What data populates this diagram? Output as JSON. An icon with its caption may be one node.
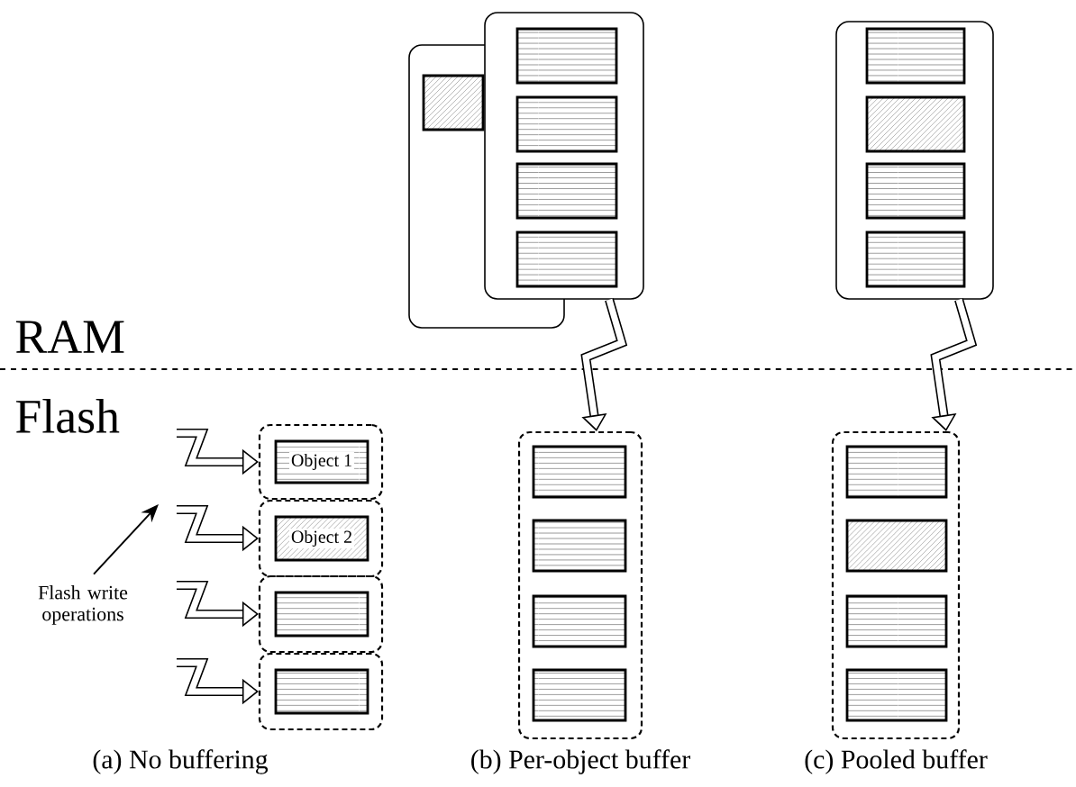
{
  "diagram": {
    "nodes": [
      {
        "text": [],
        "shape": "box"
      },
      {
        "text": [
          "Object 1"
        ],
        "in": 0
      },
      {
        "text": [],
        "shape": "box"
      },
      {
        "text": [
          "Object 2"
        ],
        "in": 2
      },
      {
        "text": [],
        "shape": "box"
      },
      {
        "text": [],
        "shape": "box",
        "in": 4
      },
      {
        "text": [],
        "shape": "box"
      },
      {
        "text": [],
        "shape": "box",
        "in": 6
      },
      {
        "text": [
          "Flash write operations"
        ]
      },
      {
        "text": [],
        "shape": "box"
      },
      {
        "text": [],
        "shape": "box",
        "in": 9
      },
      {
        "text": [],
        "shape": "box"
      },
      {
        "text": [],
        "shape": "box",
        "in": 11
      },
      {
        "text": [],
        "shape": "box",
        "in": 11
      },
      {
        "text": [],
        "shape": "box",
        "in": 11
      },
      {
        "text": [],
        "shape": "box",
        "in": 11
      },
      {
        "text": [],
        "shape": "box"
      },
      {
        "text": [],
        "shape": "box",
        "in": 16
      },
      {
        "text": [],
        "shape": "box",
        "in": 16
      },
      {
        "text": [],
        "shape": "box",
        "in": 16
      },
      {
        "text": [],
        "shape": "box",
        "in": 16
      },
      {
        "text": [],
        "shape": "box"
      },
      {
        "text": [],
        "shape": "box",
        "in": 21
      },
      {
        "text": [],
        "shape": "box",
        "in": 21
      },
      {
        "text": [],
        "shape": "box",
        "in": 21
      },
      {
        "text": [],
        "shape": "box",
        "in": 21
      },
      {
        "text": [],
        "shape": "box"
      },
      {
        "text": [],
        "shape": "box",
        "in": 26
      },
      {
        "text": [],
        "shape": "box",
        "in": 26
      },
      {
        "text": [],
        "shape": "box",
        "in": 26
      },
      {
        "text": [],
        "shape": "box",
        "in": 26
      }
    ],
    "edges": [
      {
        "from": null,
        "to": 0,
        "arrow": "to"
      },
      {
        "from": null,
        "to": 2,
        "arrow": "to"
      },
      {
        "from": null,
        "to": 4,
        "arrow": "to"
      },
      {
        "from": null,
        "to": 6,
        "arrow": "to"
      },
      {
        "from": 8,
        "to": null,
        "arrow": "to"
      },
      {
        "from": 11,
        "to": 16,
        "arrow": "to"
      },
      {
        "from": 21,
        "to": 26,
        "arrow": "to"
      }
    ],
    "labels": [
      "RAM",
      "Flash",
      "(a) No buffering",
      "(b) Per-object buffer",
      "(c) Pooled buffer"
    ]
  }
}
